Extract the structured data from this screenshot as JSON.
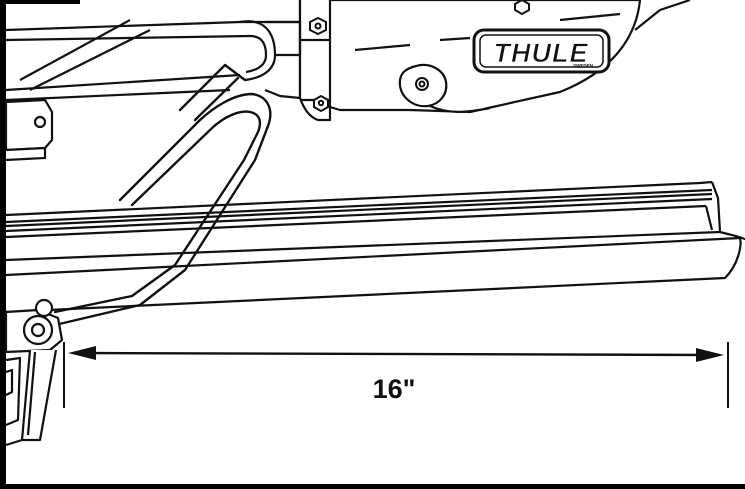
{
  "diagram": {
    "brand": {
      "logo_text": "THULE",
      "logo_subtext": "SWEDEN"
    },
    "measurement": {
      "label": "16\""
    },
    "colors": {
      "ink": "#111111",
      "paper": "#ffffff",
      "frame": "#000000"
    }
  }
}
